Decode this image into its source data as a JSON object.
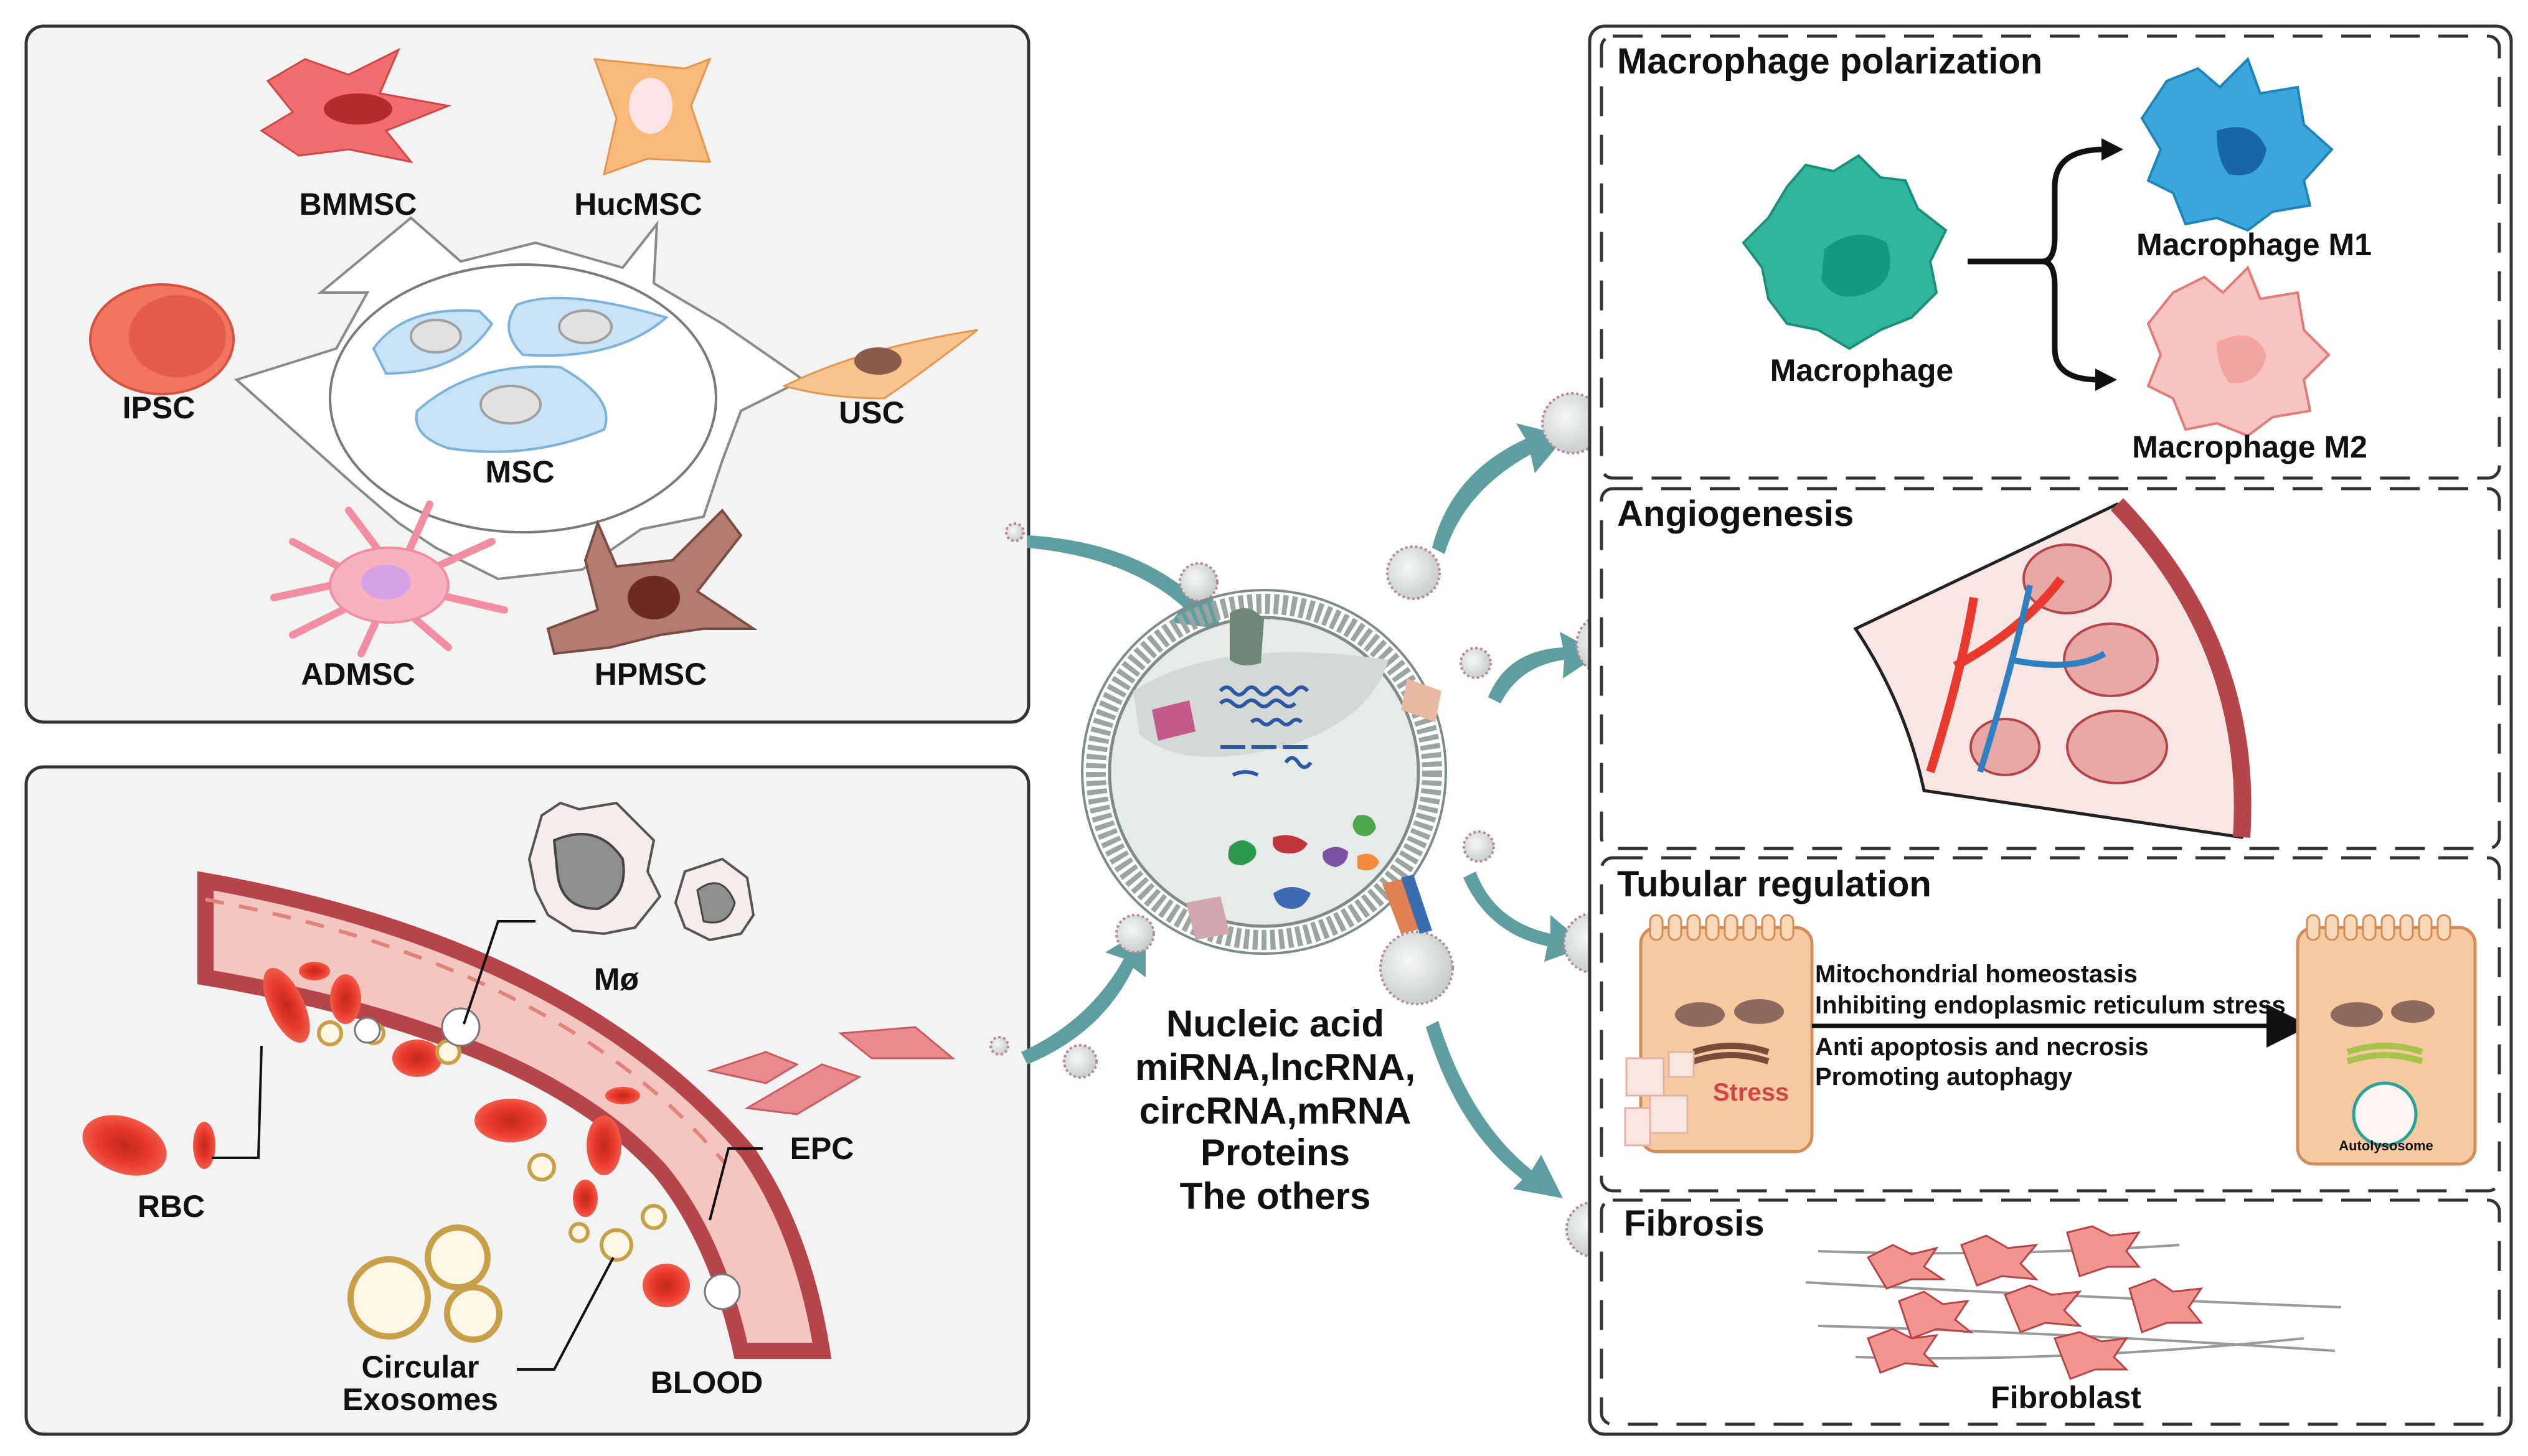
{
  "source_panel": {
    "labels": {
      "bmmsc": "BMMSC",
      "hucmsc": "HucMSC",
      "ipsc": "IPSC",
      "usc": "USC",
      "msc": "MSC",
      "admsc": "ADMSC",
      "hpmsc": "HPMSC"
    }
  },
  "blood_panel": {
    "labels": {
      "macrophage": "Mø",
      "rbc": "RBC",
      "epc": "EPC",
      "circular_line1": "Circular",
      "circular_line2": "Exosomes",
      "blood": "BLOOD"
    }
  },
  "center": {
    "lines": [
      "Nucleic acid",
      "miRNA,lncRNA,",
      "circRNA,mRNA",
      "Proteins",
      "The others"
    ]
  },
  "effects": {
    "macrophage_polarization": {
      "title": "Macrophage polarization",
      "source": "Macrophage",
      "m1": "Macrophage M1",
      "m2": "Macrophage M2"
    },
    "angiogenesis": {
      "title": "Angiogenesis"
    },
    "tubular_regulation": {
      "title": "Tubular regulation",
      "points": [
        "Mitochondrial homeostasis",
        "Inhibiting endoplasmic reticulum stress",
        "Anti apoptosis and necrosis",
        "Promoting autophagy"
      ],
      "stress": "Stress",
      "autolysosome": "Autolysosome"
    },
    "fibrosis": {
      "title": "Fibrosis",
      "cell": "Fibroblast"
    }
  },
  "colors": {
    "panel_bg": "#f2f3f2",
    "panel_border": "#333333",
    "arrow": "#5f9ea0",
    "exosome": "#e4e8e6",
    "rbc": "#e8392c",
    "vessel": "#b5454a",
    "m1": "#3ba6d9",
    "m2": "#f3a5a2",
    "macrophage": "#31b59d"
  }
}
